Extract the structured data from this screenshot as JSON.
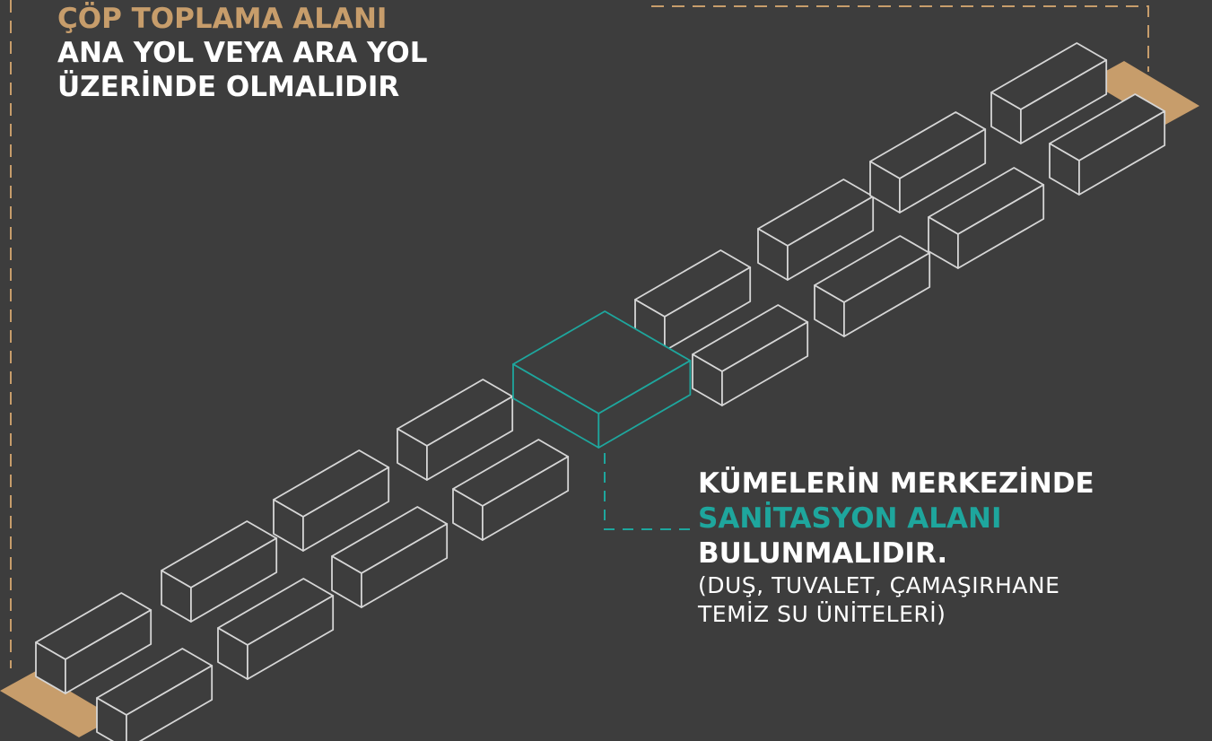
{
  "colors": {
    "background": "#3d3d3d",
    "accent_gold": "#c79d6b",
    "accent_teal": "#1ea69d",
    "text_white": "#ffffff",
    "outline": "#d6d6d6"
  },
  "top_note": {
    "title": "ÇÖP TOPLAMA ALANI",
    "line2": "ANA YOL VEYA ARA YOL",
    "line3": "ÜZERİNDE OLMALIDIR"
  },
  "center_note": {
    "line1": "KÜMELERİN MERKEZİNDE",
    "highlight": "SANİTASYON ALANI",
    "line3": "BULUNMALIDIR.",
    "detail1": "(DUŞ, TUVALET, ÇAMAŞIRHANE",
    "detail2": "TEMİZ SU ÜNİTELERİ)"
  }
}
